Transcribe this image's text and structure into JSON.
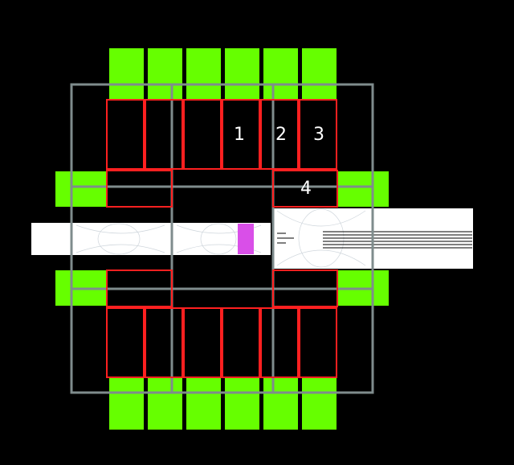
{
  "colors": {
    "background": "#000000",
    "pad_green": "#66ff00",
    "frame_grey": "#7f8c8d",
    "outline_red": "#ff2020",
    "strip_white": "#ffffff",
    "marker_magenta": "#d94fe8",
    "text": "#ffffff"
  },
  "region_labels": [
    "1",
    "2",
    "3",
    "4"
  ]
}
